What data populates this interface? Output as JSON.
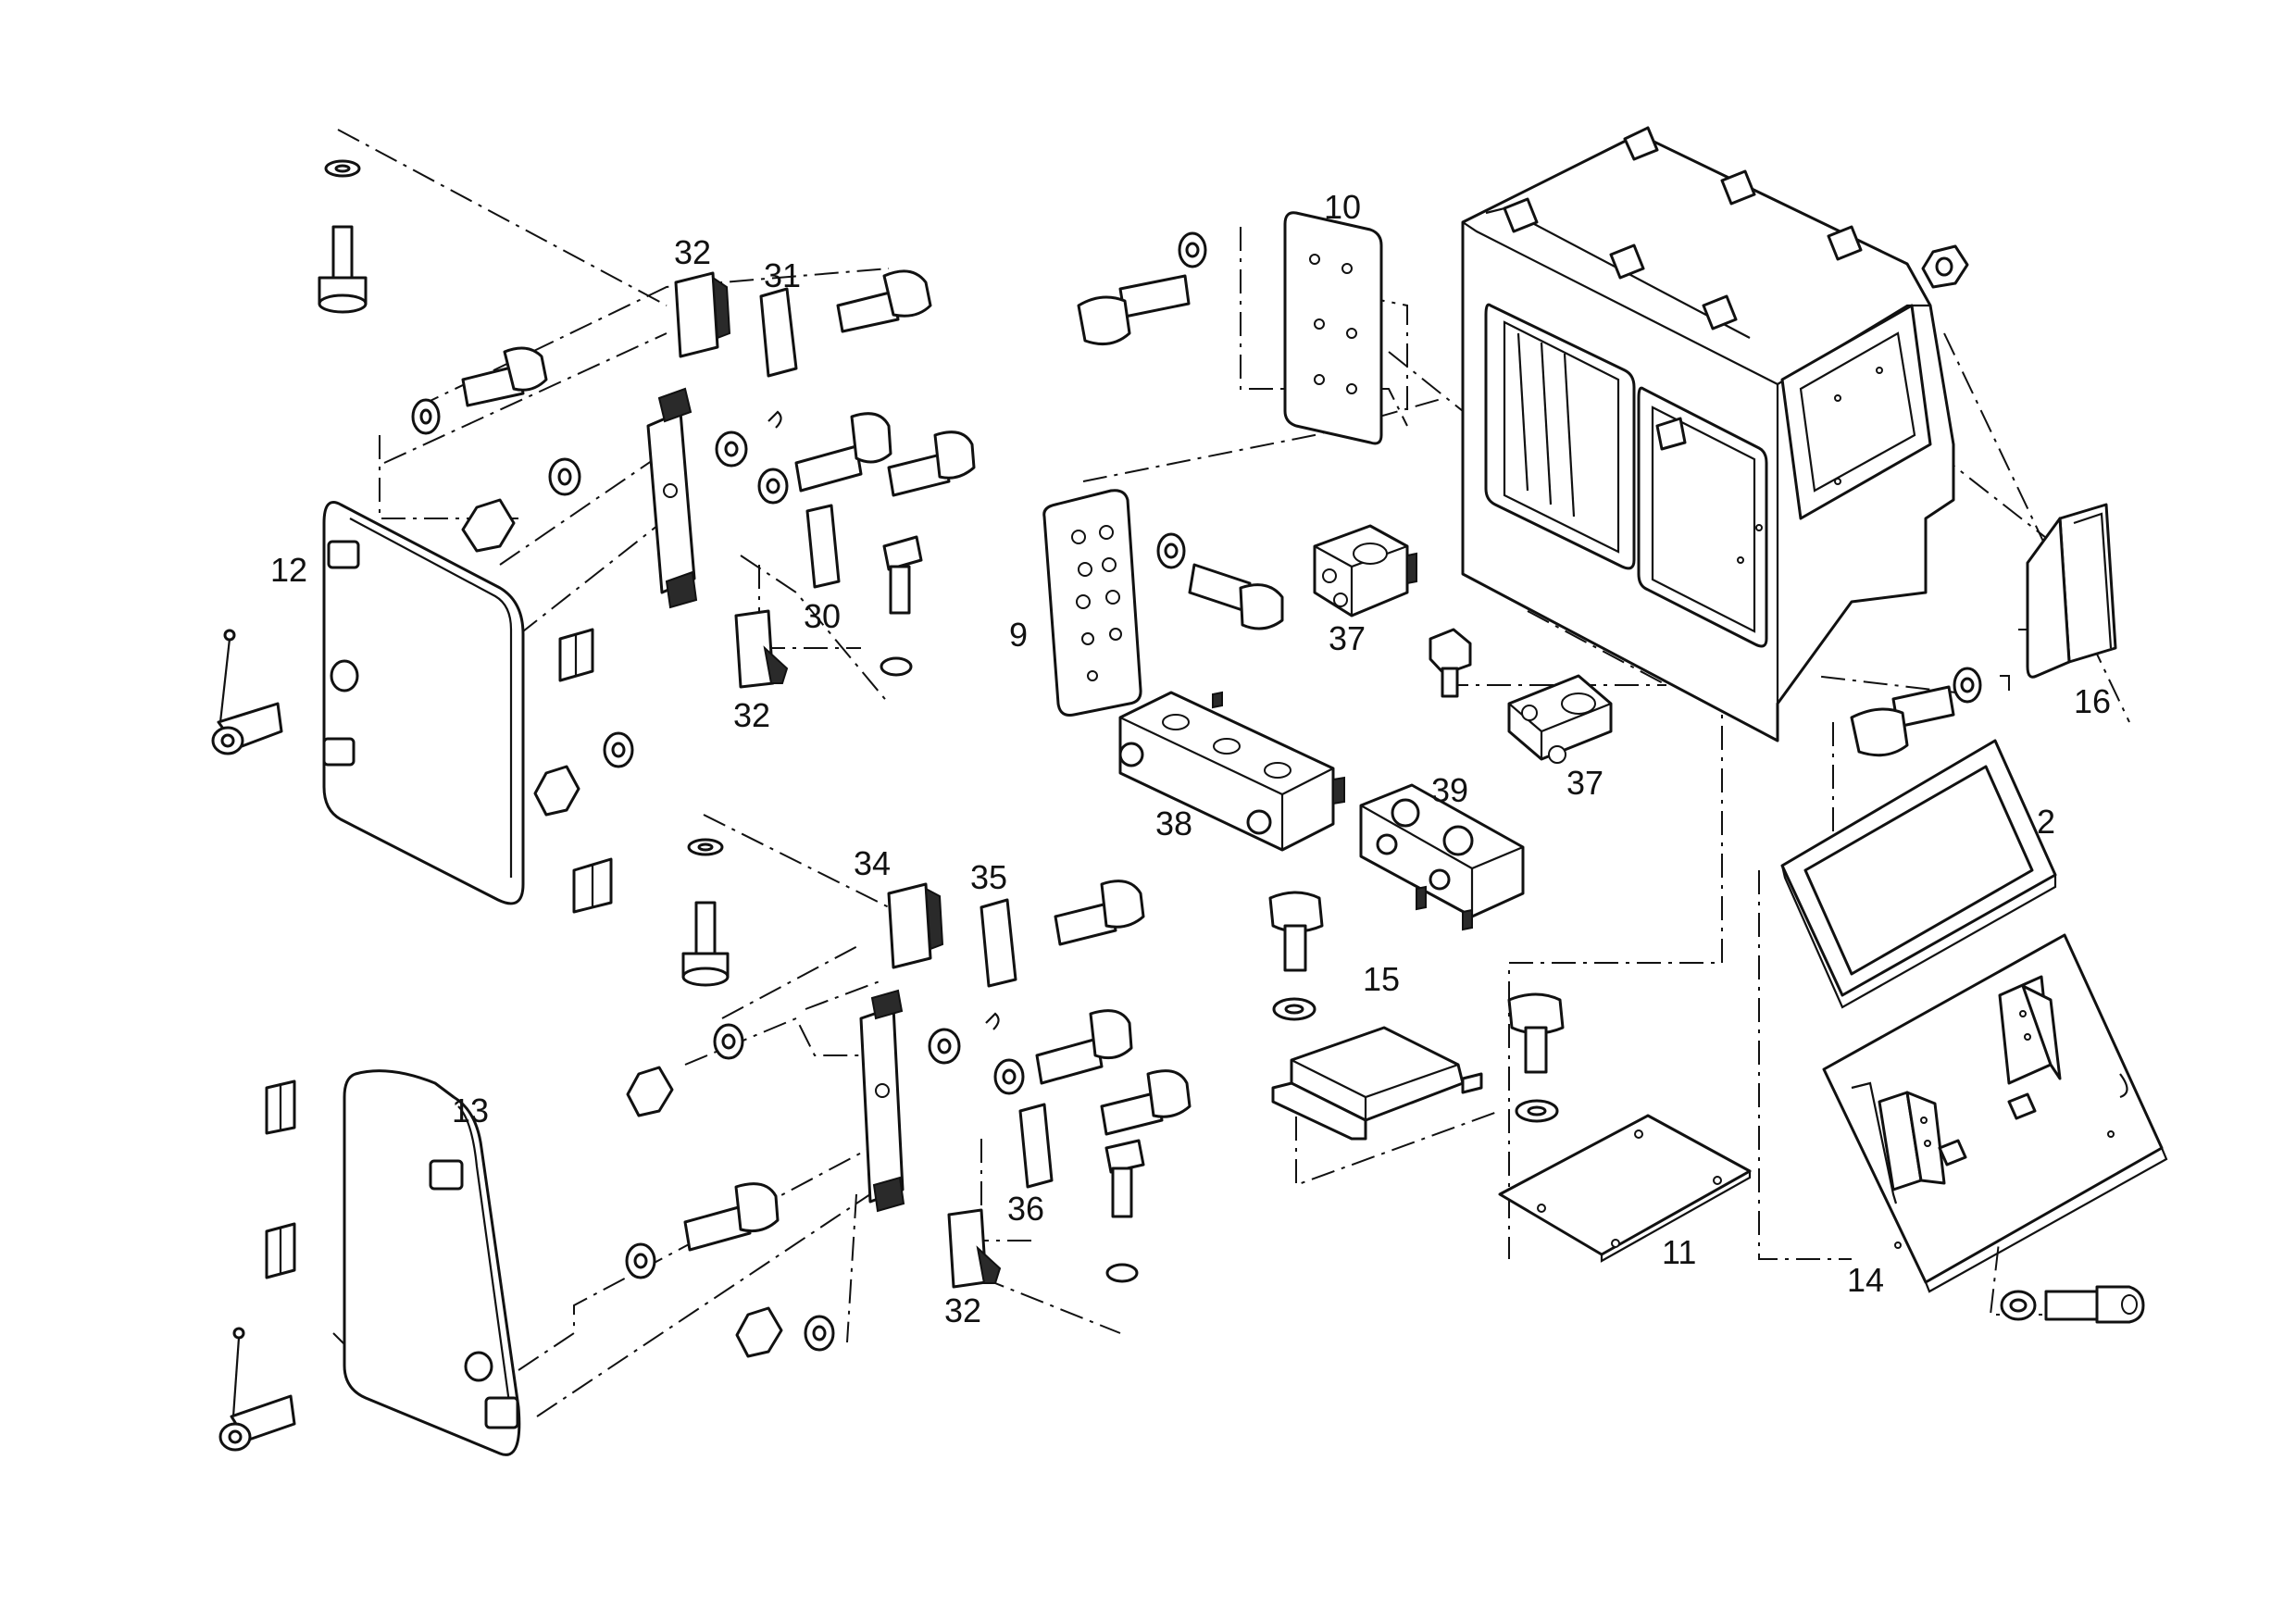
{
  "callouts": {
    "c2": "2",
    "c9": "9",
    "c10": "10",
    "c11": "11",
    "c12": "12",
    "c13": "13",
    "c14": "14",
    "c15": "15",
    "c16": "16",
    "c30": "30",
    "c31": "31",
    "c32a": "32",
    "c32b": "32",
    "c32c": "32",
    "c34": "34",
    "c35": "35",
    "c36": "36",
    "c37a": "37",
    "c37b": "37",
    "c38": "38",
    "c39": "39"
  },
  "colors": {
    "line": "#111111",
    "background": "#ffffff"
  }
}
